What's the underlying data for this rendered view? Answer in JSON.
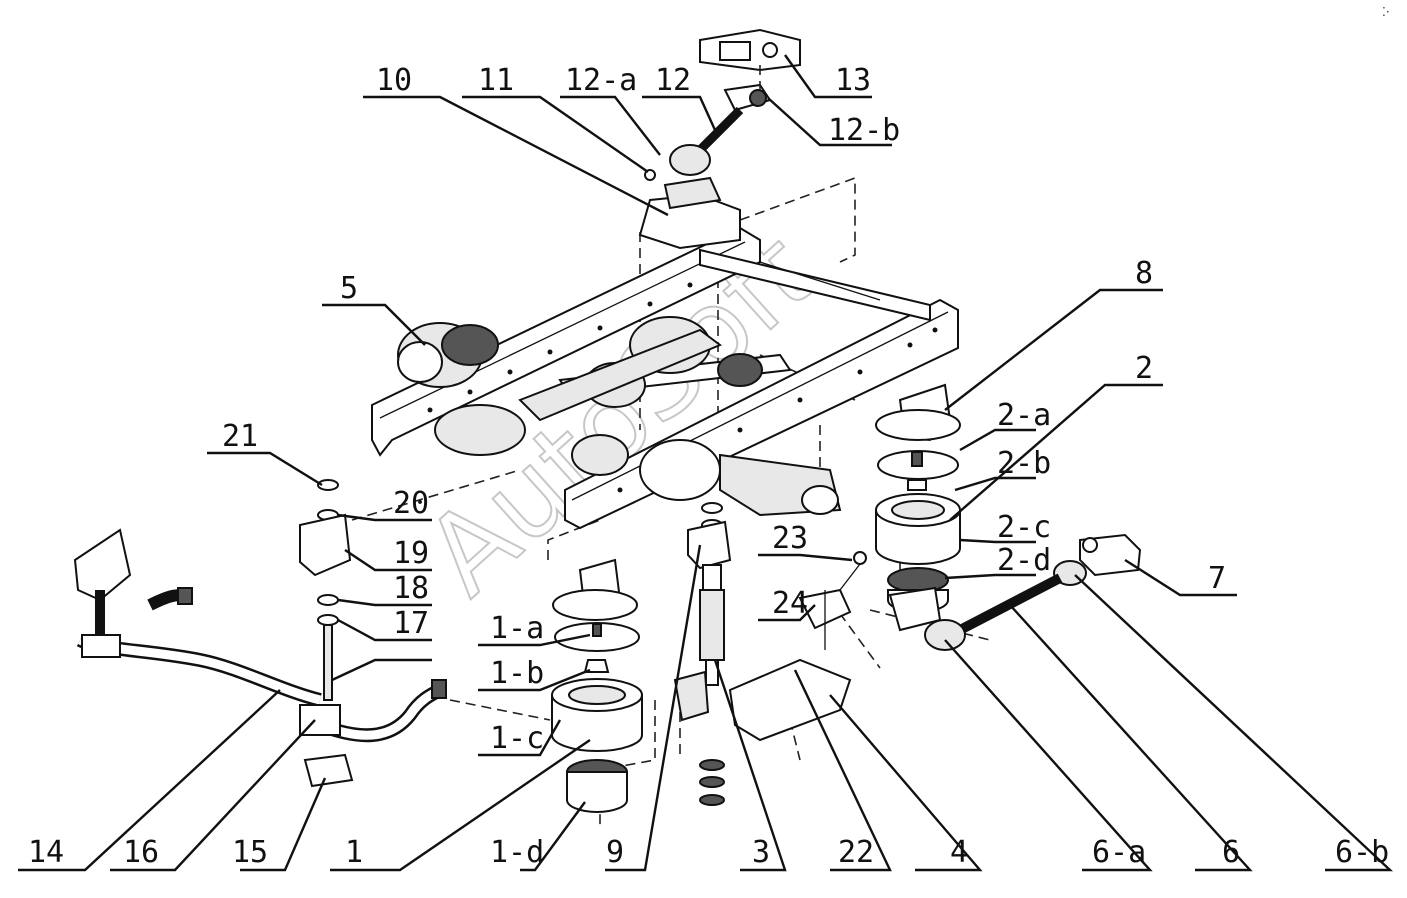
{
  "watermark": "AutoSoft",
  "corner_mark": "⁚·",
  "callouts": {
    "c10": "10",
    "c11": "11",
    "c12a": "12-a",
    "c12": "12",
    "c13": "13",
    "c12b": "12-b",
    "c5": "5",
    "c8": "8",
    "c2": "2",
    "c2a": "2-a",
    "c2b": "2-b",
    "c2c": "2-c",
    "c2d": "2-d",
    "c21": "21",
    "c20": "20",
    "c19": "19",
    "c18": "18",
    "c17": "17",
    "c23": "23",
    "c24": "24",
    "c7": "7",
    "c1a": "1-a",
    "c1b": "1-b",
    "c1c": "1-c",
    "c14": "14",
    "c16": "16",
    "c15": "15",
    "c1": "1",
    "c1d": "1-d",
    "c9": "9",
    "c3": "3",
    "c22": "22",
    "c4": "4",
    "c6a": "6-a",
    "c6": "6",
    "c6b": "6-b"
  }
}
